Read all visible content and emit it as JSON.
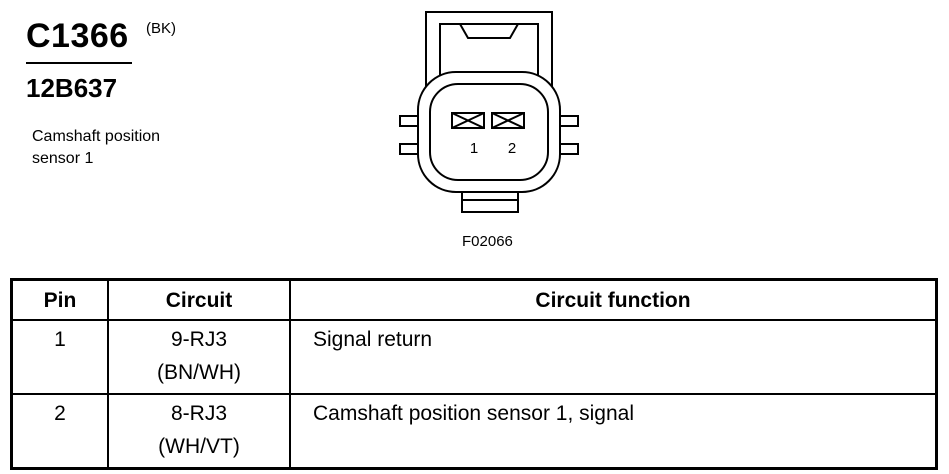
{
  "header": {
    "connector_id": "C1366",
    "connector_color": "(BK)",
    "part_number": "12B637",
    "description": "Camshaft position sensor 1"
  },
  "diagram": {
    "figure_id": "F02066",
    "pin_labels": [
      "1",
      "2"
    ]
  },
  "table": {
    "headers": {
      "pin": "Pin",
      "circuit": "Circuit",
      "function": "Circuit function"
    },
    "rows": [
      {
        "pin": "1",
        "circuit": "9-RJ3",
        "wire_color": "(BN/WH)",
        "function": "Signal return"
      },
      {
        "pin": "2",
        "circuit": "8-RJ3",
        "wire_color": "(WH/VT)",
        "function": "Camshaft position sensor 1, signal"
      }
    ]
  },
  "colors": {
    "line": "#000000",
    "background": "#ffffff"
  }
}
